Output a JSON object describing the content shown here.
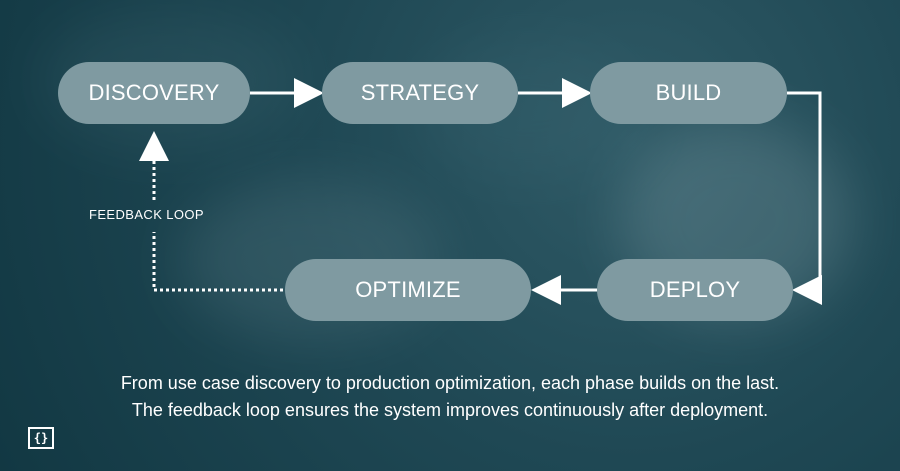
{
  "diagram": {
    "nodes": {
      "discovery": "DISCOVERY",
      "strategy": "STRATEGY",
      "build": "BUILD",
      "deploy": "DEPLOY",
      "optimize": "OPTIMIZE"
    },
    "feedback_label": "FEEDBACK LOOP"
  },
  "caption": {
    "line1": "From use case discovery to production optimization, each phase builds on the last.",
    "line2": "The feedback loop ensures the system improves continuously after deployment."
  },
  "logo": {
    "glyph": "{}"
  },
  "colors": {
    "background": "#1f4854",
    "pill": "#7f9aa1",
    "text": "#ffffff",
    "arrow": "#ffffff"
  }
}
